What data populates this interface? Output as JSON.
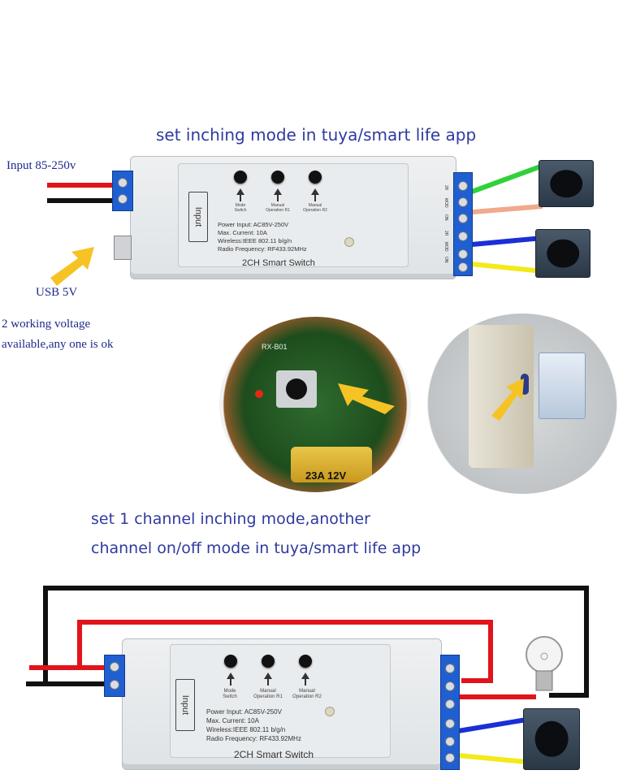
{
  "captions": {
    "top": "set inching mode in tuya/smart life app",
    "middle_line1": "set 1 channel inching mode,another",
    "middle_line2": "channel on/off mode in tuya/smart life app"
  },
  "notes": {
    "input_voltage": "Input 85-250v",
    "usb": "USB 5V",
    "working_voltage_line1": "2 working voltage",
    "working_voltage_line2": "available,any one is ok"
  },
  "module": {
    "input_label": "Input",
    "btn_labels": [
      "Mode\nSwitch",
      "Manual\nOperation R1",
      "Manual\nOperation R2"
    ],
    "spec_lines": [
      "Power Input:  AC85V-250V",
      "Max. Current:  10A",
      "Wireless:IEEE 802.11 b/g/n",
      "Radio Frequency:   RF433.92MHz"
    ],
    "model_name": "2CH Smart Switch",
    "side_labels": [
      "2R",
      "MOD",
      "ON",
      "2R",
      "MOD",
      "ON"
    ]
  },
  "remote_photo": {
    "board_label": "RX-B01",
    "battery_label": "23A 12V"
  },
  "colors": {
    "caption": "#2f3a9e",
    "terminal_blue": "#1f5fd1",
    "wire_red": "#e0141a",
    "wire_black": "#111111",
    "wire_green": "#2fd23a",
    "wire_pink": "#f0a98b",
    "wire_blue": "#1a2fd6",
    "wire_yellow": "#f2ea1a",
    "arrow_yellow": "#f6c325"
  }
}
